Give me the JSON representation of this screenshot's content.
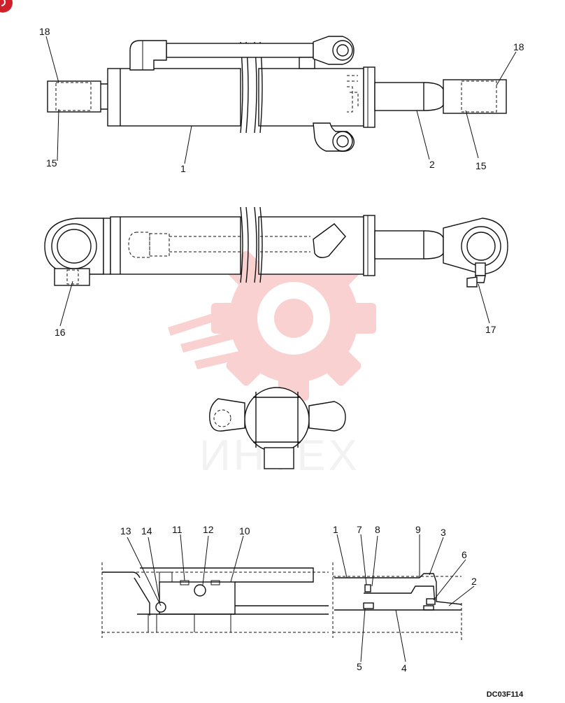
{
  "watermark": {
    "text": "ИНТЕХ",
    "color": "#e8322e",
    "text_color": "#c8c8c8"
  },
  "badge": {
    "color": "#d0202a"
  },
  "drawing_code": "DC03F114",
  "callouts": {
    "top_view": [
      "18",
      "15",
      "1",
      "2",
      "15",
      "18"
    ],
    "side_view": [
      "16",
      "17"
    ],
    "section_head": [
      "13",
      "14",
      "11",
      "12",
      "10"
    ],
    "section_rod": [
      "1",
      "7",
      "8",
      "9",
      "3",
      "6",
      "2",
      "5",
      "4"
    ]
  }
}
